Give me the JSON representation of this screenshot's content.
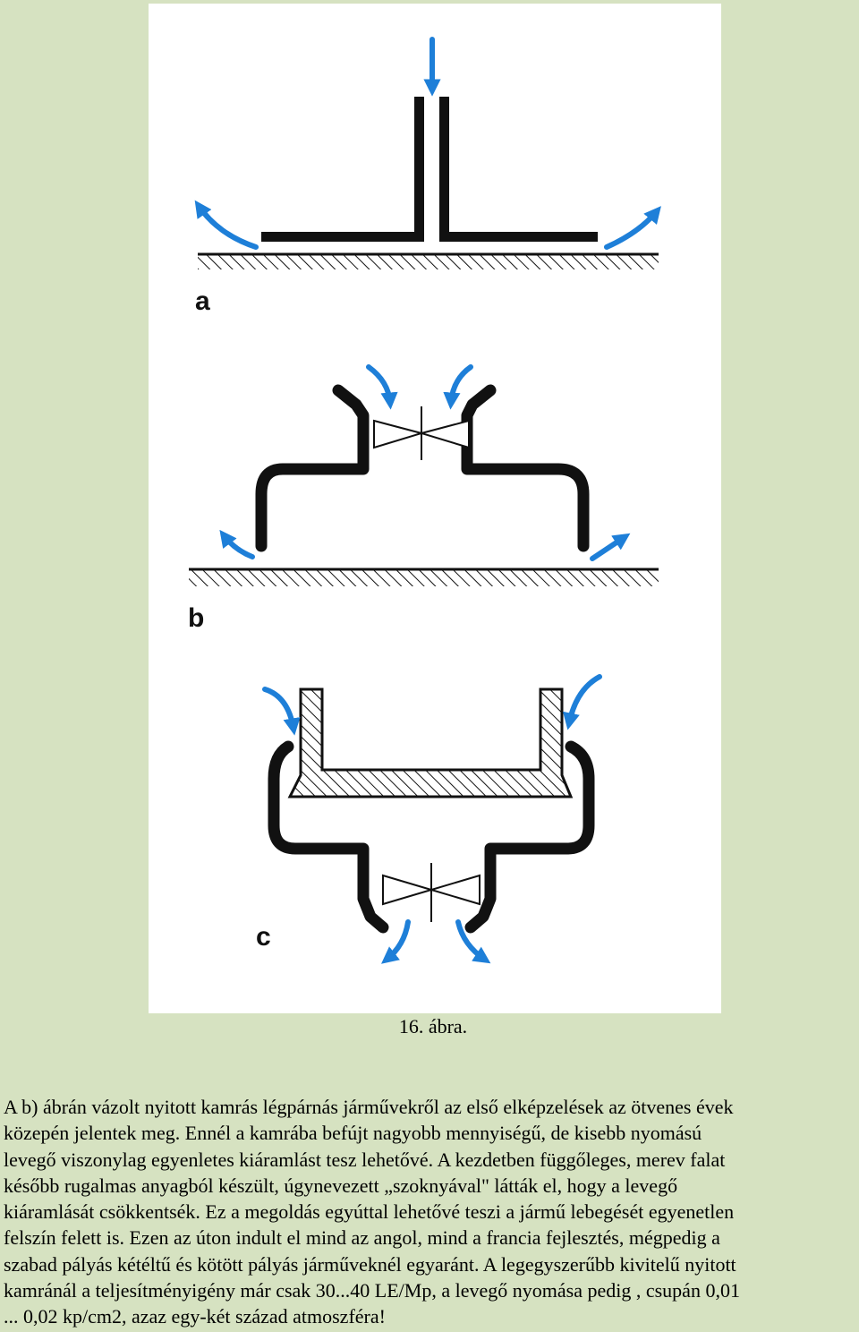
{
  "figure": {
    "labels": {
      "a": "a",
      "b": "b",
      "c": "c"
    },
    "colors": {
      "structure": "#111111",
      "arrow": "#1e7fd8",
      "ground": "#111111",
      "page_bg": "#d6e2c1"
    }
  },
  "caption": "16. ábra.",
  "paragraph_lines": [
    " A b) ábrán vázolt nyitott kamrás légpárnás járművekről az első elképzelések az ötvenes évek",
    "közepén jelentek meg. Ennél a kamrába befújt nagyobb mennyiségű, de kisebb nyomású",
    "levegő viszonylag egyenletes kiáramlást tesz lehetővé. A kezdetben függőleges, merev falat",
    "később rugalmas anyagból készült, úgynevezett „szoknyával\" látták el, hogy a levegő",
    "kiáramlását csökkentsék. Ez a megoldás egyúttal lehetővé teszi a jármű lebegését egyenetlen",
    "felszín felett is. Ezen az úton indult el mind az angol, mind a francia fejlesztés, mégpedig a",
    "szabad pályás kétéltű és kötött pályás járműveknél egyaránt. A legegyszerűbb kivitelű nyitott",
    "kamránál a teljesítményigény már csak 30...40 LE/Mp, a levegő nyomása pedig , csupán 0,01",
    "... 0,02 kp/cm2, azaz egy-két század atmoszféra!"
  ]
}
